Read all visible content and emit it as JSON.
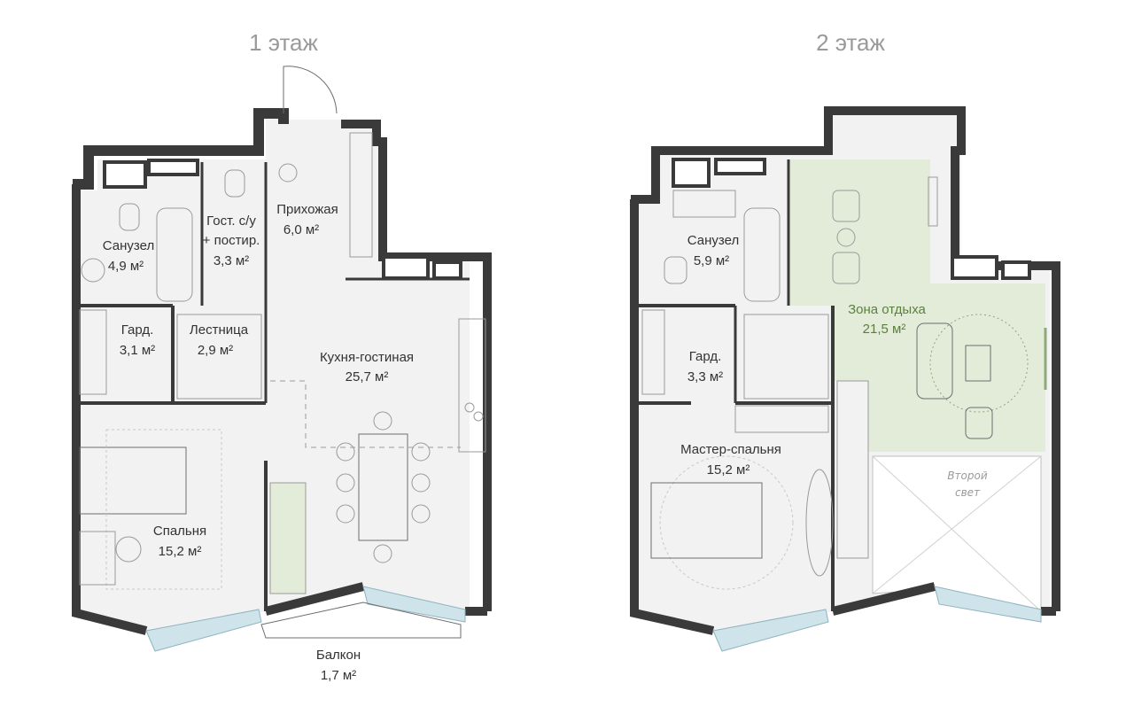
{
  "floors": [
    {
      "title": "1 этаж",
      "rooms": [
        {
          "name": "Прихожая",
          "area": "6,0 м²"
        },
        {
          "name": "Санузел",
          "area": "4,9 м²"
        },
        {
          "name": "Гост. с/у",
          "name2": "+ постир.",
          "area": "3,3 м²"
        },
        {
          "name": "Гард.",
          "area": "3,1 м²"
        },
        {
          "name": "Лестница",
          "area": "2,9 м²"
        },
        {
          "name": "Кухня-гостиная",
          "area": "25,7 м²"
        },
        {
          "name": "Спальня",
          "area": "15,2 м²"
        },
        {
          "name": "Балкон",
          "area": "1,7 м²"
        }
      ]
    },
    {
      "title": "2 этаж",
      "rooms": [
        {
          "name": "Санузел",
          "area": "5,9 м²"
        },
        {
          "name": "Гард.",
          "area": "3,3 м²"
        },
        {
          "name": "Мастер-спальня",
          "area": "15,2 м²"
        },
        {
          "name": "Зона отдыха",
          "area": "21,5 м²"
        }
      ],
      "note": {
        "line1": "Второй",
        "line2": "свет"
      }
    }
  ],
  "colors": {
    "wall": "#3a3a3a",
    "floor": "#f2f2f2",
    "highlight_zone": "#e3ecd8",
    "highlight_text": "#5b7f3e",
    "window": "#cfe3ea",
    "title": "#9a9a9a"
  }
}
